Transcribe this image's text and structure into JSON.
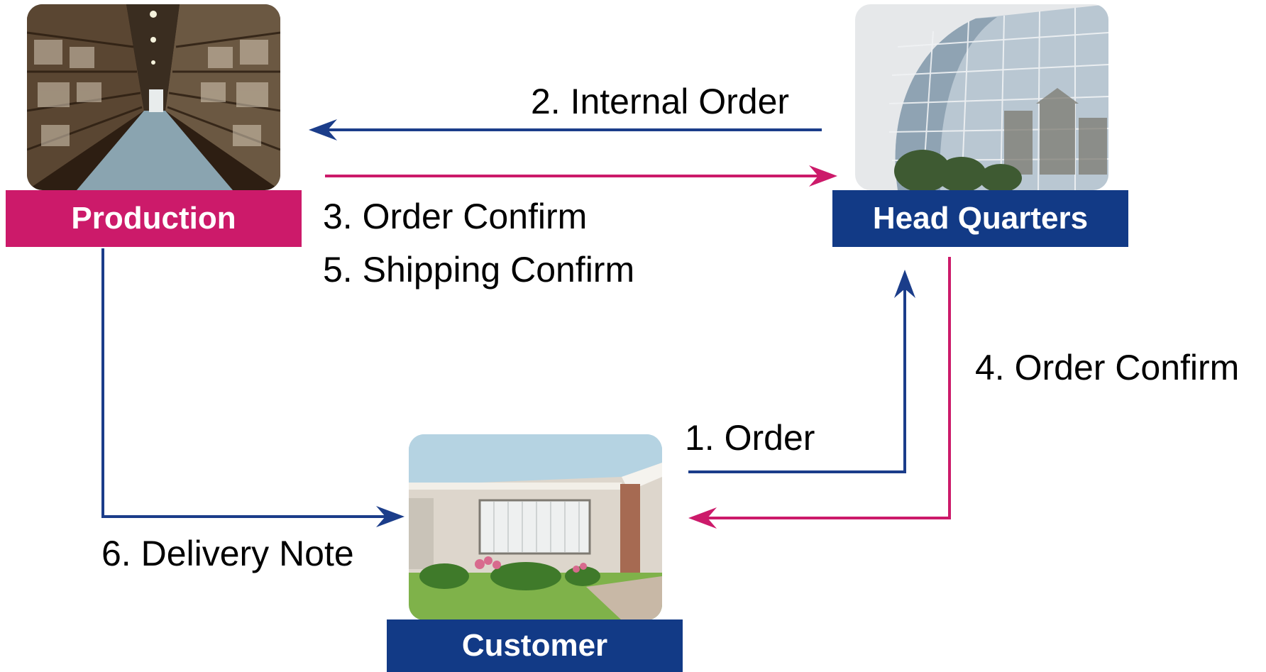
{
  "colors": {
    "blue": "#1b3d8a",
    "magenta": "#cc1a6a",
    "label_blue_bg": "#123a86",
    "label_magenta_bg": "#cc1a6a"
  },
  "nodes": {
    "production": {
      "label": "Production",
      "photo": "warehouse-aisle-photo"
    },
    "headquarters": {
      "label": "Head Quarters",
      "photo": "glass-office-building-photo"
    },
    "customer": {
      "label": "Customer",
      "photo": "house-front-photo"
    }
  },
  "flows": {
    "order": "1. Order",
    "internal_order": "2.  Internal Order",
    "order_confirm_production": "3. Order Confirm",
    "order_confirm_customer": "4. Order Confirm",
    "shipping_confirm": "5. Shipping Confirm",
    "delivery_note": "6. Delivery Note"
  }
}
